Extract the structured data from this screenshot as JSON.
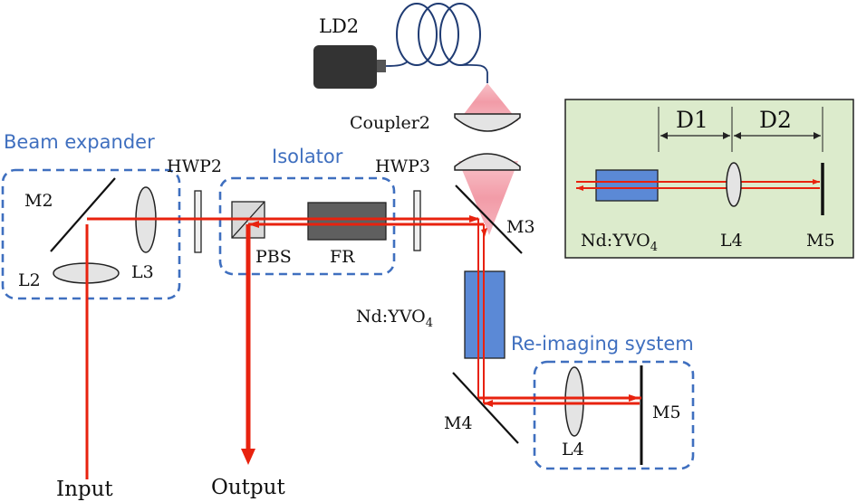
{
  "labels": {
    "ld2": "LD2",
    "coupler2": "Coupler2",
    "hwp2": "HWP2",
    "hwp3": "HWP3",
    "isolator": "Isolator",
    "beam_expander": "Beam expander",
    "m2": "M2",
    "l2": "L2",
    "l3": "L3",
    "m3": "M3",
    "pbs": "PBS",
    "fr": "FR",
    "crystal_main": "Nd:YVO",
    "crystal_sub": "4",
    "reimaging": "Re-imaging system",
    "m4": "M4",
    "l4": "L4",
    "m5": "M5",
    "input": "Input",
    "output": "Output"
  },
  "inset": {
    "d1": "D1",
    "d2": "D2",
    "crystal_main": "Nd:YVO",
    "crystal_sub": "4",
    "l4": "L4",
    "m5": "M5",
    "background": "#dcebcc"
  },
  "colors": {
    "beam": "#e8220e",
    "dashed_box": "#3f6fbf",
    "crystal": "#5b89d6",
    "faraday_rotator": "#5f5f5f",
    "laser_diode": "#333333"
  }
}
